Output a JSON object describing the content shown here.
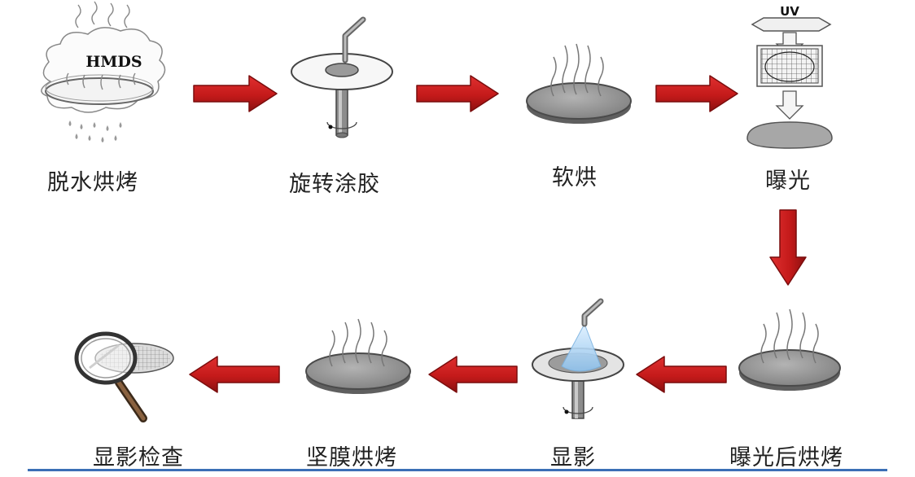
{
  "steps": [
    {
      "id": "dehydration-bake",
      "label": "脱水烘烤",
      "icon": "hmds-vapor-wafer-icon",
      "badge": "HMDS"
    },
    {
      "id": "spin-coating",
      "label": "旋转涂胶",
      "icon": "spin-coater-icon"
    },
    {
      "id": "soft-bake",
      "label": "软烘",
      "icon": "heated-wafer-icon"
    },
    {
      "id": "exposure",
      "label": "曝光",
      "icon": "uv-mask-exposure-icon",
      "badge": "UV"
    },
    {
      "id": "post-exposure-bake",
      "label": "曝光后烘烤",
      "icon": "heated-wafer-icon"
    },
    {
      "id": "development",
      "label": "显影",
      "icon": "developer-spray-icon"
    },
    {
      "id": "hard-bake",
      "label": "坚膜烘烤",
      "icon": "heated-wafer-icon"
    },
    {
      "id": "inspection",
      "label": "显影检查",
      "icon": "magnifier-inspection-icon"
    }
  ],
  "colors": {
    "arrow": "#c41a1a",
    "arrow_shade": "#7a0d0d",
    "wafer_top": "#9a9a9a",
    "wafer_edge": "#555555",
    "rule": "#3b6fb6"
  }
}
